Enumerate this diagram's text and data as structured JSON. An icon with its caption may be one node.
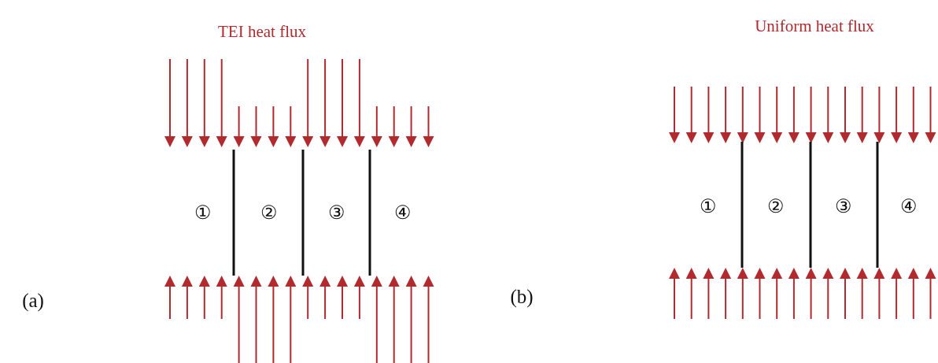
{
  "diagram": {
    "labels": [
      "TEI heat flux",
      "Uniform heat flux",
      "①",
      "②",
      "③",
      "④",
      "①",
      "②",
      "③",
      "④",
      "(a)",
      "(b)"
    ]
  }
}
